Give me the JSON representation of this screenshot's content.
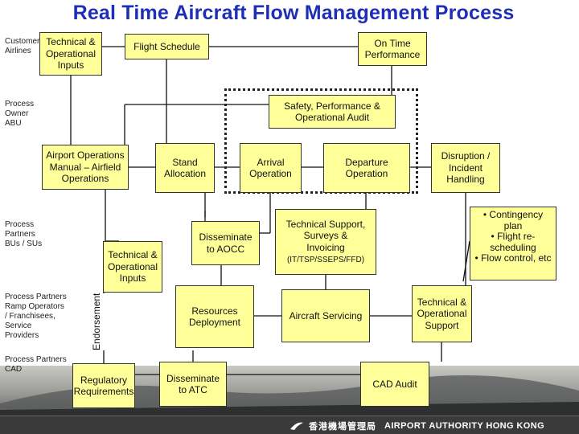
{
  "title": "Real Time Aircraft Flow Management Process",
  "row_labels": {
    "customer_airlines": "Customer\nAirlines",
    "process_owner": "Process\nOwner\nABU",
    "process_partners_bus": "Process\nPartners\nBUs / SUs",
    "process_partners_ramp": "Process Partners\nRamp Operators\n/ Franchisees,\nService\nProviders",
    "process_partners_cad": "Process Partners\nCAD"
  },
  "boxes": {
    "technical_operational_inputs_top": "Technical &\nOperational\nInputs",
    "flight_schedule": "Flight Schedule",
    "on_time_performance": "On Time\nPerformance",
    "safety_audit": "Safety, Performance &\nOperational Audit",
    "airport_operations_manual": "Airport Operations\nManual – Airfield\nOperations",
    "stand_allocation": "Stand\nAllocation",
    "arrival_operation": "Arrival\nOperation",
    "departure_operation": "Departure\nOperation",
    "disruption_incident": "Disruption /\nIncident\nHandling",
    "disseminate_aocc": "Disseminate\nto AOCC",
    "technical_support_surveys": "Technical Support,\nSurveys &\nInvoicing",
    "technical_support_dept": "(IT/TSP/SSEPS/FFD)",
    "technical_operational_inputs_mid": "Technical &\nOperational\nInputs",
    "resources_deployment": "Resources\nDeployment",
    "aircraft_servicing": "Aircraft Servicing",
    "technical_operational_support": "Technical &\nOperational\nSupport",
    "regulatory_requirements": "Regulatory\nRequirements",
    "disseminate_atc": "Disseminate\nto ATC",
    "cad_audit": "CAD Audit"
  },
  "endorsement": "Endorsement",
  "callout": {
    "items": [
      "• Contingency plan",
      "• Flight re-scheduling",
      "• Flow control, etc"
    ]
  },
  "footer": {
    "logo_cn": "香港機場管理局",
    "logo_en": "AIRPORT AUTHORITY HONG KONG"
  }
}
